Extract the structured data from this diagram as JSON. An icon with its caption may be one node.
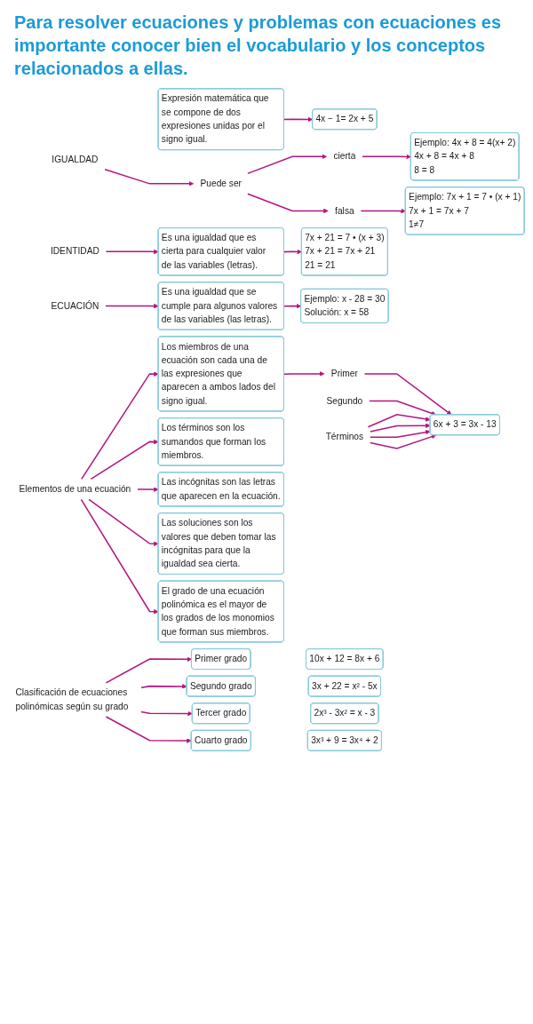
{
  "diagram": {
    "title": "Para resolver ecuaciones y problemas con ecuaciones es importante conocer bien el vocabulario y los conceptos relacionados a ellas.",
    "nodes": [
      {
        "text": [
          "IGUALDAD"
        ]
      },
      {
        "text": [
          "Expresión matemática que se compone de dos expresiones unidas por el signo igual."
        ]
      },
      {
        "text": [
          "4x − 1= 2x + 5"
        ]
      },
      {
        "text": [
          "Puede ser"
        ]
      },
      {
        "text": [
          "cierta"
        ]
      },
      {
        "text": [
          "Ejemplo: 4x + 8 = 4(x+ 2)",
          "4x + 8 = 4x + 8",
          "8 = 8"
        ]
      },
      {
        "text": [
          "falsa"
        ]
      },
      {
        "text": [
          "Ejemplo: 7x + 1 = 7 • (x + 1)",
          "7x + 1 = 7x + 7",
          "1≠7"
        ]
      },
      {
        "text": [
          "IDENTIDAD"
        ]
      },
      {
        "text": [
          "Es una igualdad que es cierta para cualquier valor de las variables (letras)."
        ]
      },
      {
        "text": [
          "7x + 21 = 7 • (x + 3)",
          "7x + 21 = 7x + 21",
          "21 = 21"
        ]
      },
      {
        "text": [
          "ECUACIÓN"
        ]
      },
      {
        "text": [
          "Es una igualdad que se cumple para algunos valores de las variables (las letras)."
        ]
      },
      {
        "text": [
          "Ejemplo: x - 28 = 30",
          "Solución: x = 58"
        ]
      },
      {
        "text": [
          "Elementos de una ecuación"
        ]
      },
      {
        "text": [
          "Los miembros de una ecuación son cada una de las expresiones que aparecen a ambos lados del signo igual."
        ]
      },
      {
        "text": [
          "Primer"
        ]
      },
      {
        "text": [
          "Segundo"
        ]
      },
      {
        "text": [
          "6x + 3 = 3x - 13"
        ]
      },
      {
        "text": [
          "Los términos son los sumandos que forman los miembros."
        ]
      },
      {
        "text": [
          "Términos"
        ]
      },
      {
        "text": [
          "Las incógnitas son las letras que aparecen en la ecuación."
        ]
      },
      {
        "text": [
          "Las soluciones son los valores que deben tomar las incógnitas para que la igualdad sea cierta."
        ]
      },
      {
        "text": [
          "El grado de una ecuación polinómica es el mayor de los grados de los monomios que forman sus miembros."
        ]
      },
      {
        "text": [
          "Clasificación de ecuaciones polinómicas según su grado"
        ]
      },
      {
        "text": [
          "Primer grado"
        ]
      },
      {
        "text": [
          "10x + 12 = 8x + 6"
        ]
      },
      {
        "text": [
          "Segundo grado"
        ]
      },
      {
        "text": [
          "3x + 22 = x² - 5x"
        ]
      },
      {
        "text": [
          "Tercer grado"
        ]
      },
      {
        "text": [
          "2x³ - 3x² = x - 3"
        ]
      },
      {
        "text": [
          "Cuarto grado"
        ]
      },
      {
        "text": [
          "3x³ + 9 = 3x⁴ + 2"
        ]
      }
    ],
    "edges": [
      {
        "from": 0,
        "to": 3,
        "arrow": "to"
      },
      {
        "from": 1,
        "to": 2,
        "arrow": "to"
      },
      {
        "from": 3,
        "to": 4,
        "arrow": "to"
      },
      {
        "from": 3,
        "to": 6,
        "arrow": "to"
      },
      {
        "from": 4,
        "to": 5,
        "arrow": "to"
      },
      {
        "from": 6,
        "to": 7,
        "arrow": "to"
      },
      {
        "from": 8,
        "to": 9,
        "arrow": "to"
      },
      {
        "from": 9,
        "to": 10,
        "arrow": "to"
      },
      {
        "from": 11,
        "to": 12,
        "arrow": "to"
      },
      {
        "from": 12,
        "to": 13,
        "arrow": "to"
      },
      {
        "from": 14,
        "to": 15,
        "arrow": "to"
      },
      {
        "from": 15,
        "to": 16,
        "arrow": "to"
      },
      {
        "from": 16,
        "to": 18,
        "arrow": "to"
      },
      {
        "from": 17,
        "to": 18,
        "arrow": "to"
      },
      {
        "from": 14,
        "to": 19,
        "arrow": "to"
      },
      {
        "from": 20,
        "to": 18,
        "arrow": "to"
      },
      {
        "from": 20,
        "to": 18,
        "arrow": "to"
      },
      {
        "from": 20,
        "to": 18,
        "arrow": "to"
      },
      {
        "from": 20,
        "to": 18,
        "arrow": "to"
      },
      {
        "from": 14,
        "to": 21,
        "arrow": "to"
      },
      {
        "from": 14,
        "to": 22,
        "arrow": "to"
      },
      {
        "from": 14,
        "to": 23,
        "arrow": "to"
      },
      {
        "from": 24,
        "to": 25,
        "arrow": "to"
      },
      {
        "from": 24,
        "to": 27,
        "arrow": "to"
      },
      {
        "from": 24,
        "to": 29,
        "arrow": "to"
      },
      {
        "from": 24,
        "to": 31,
        "arrow": "to"
      }
    ]
  }
}
